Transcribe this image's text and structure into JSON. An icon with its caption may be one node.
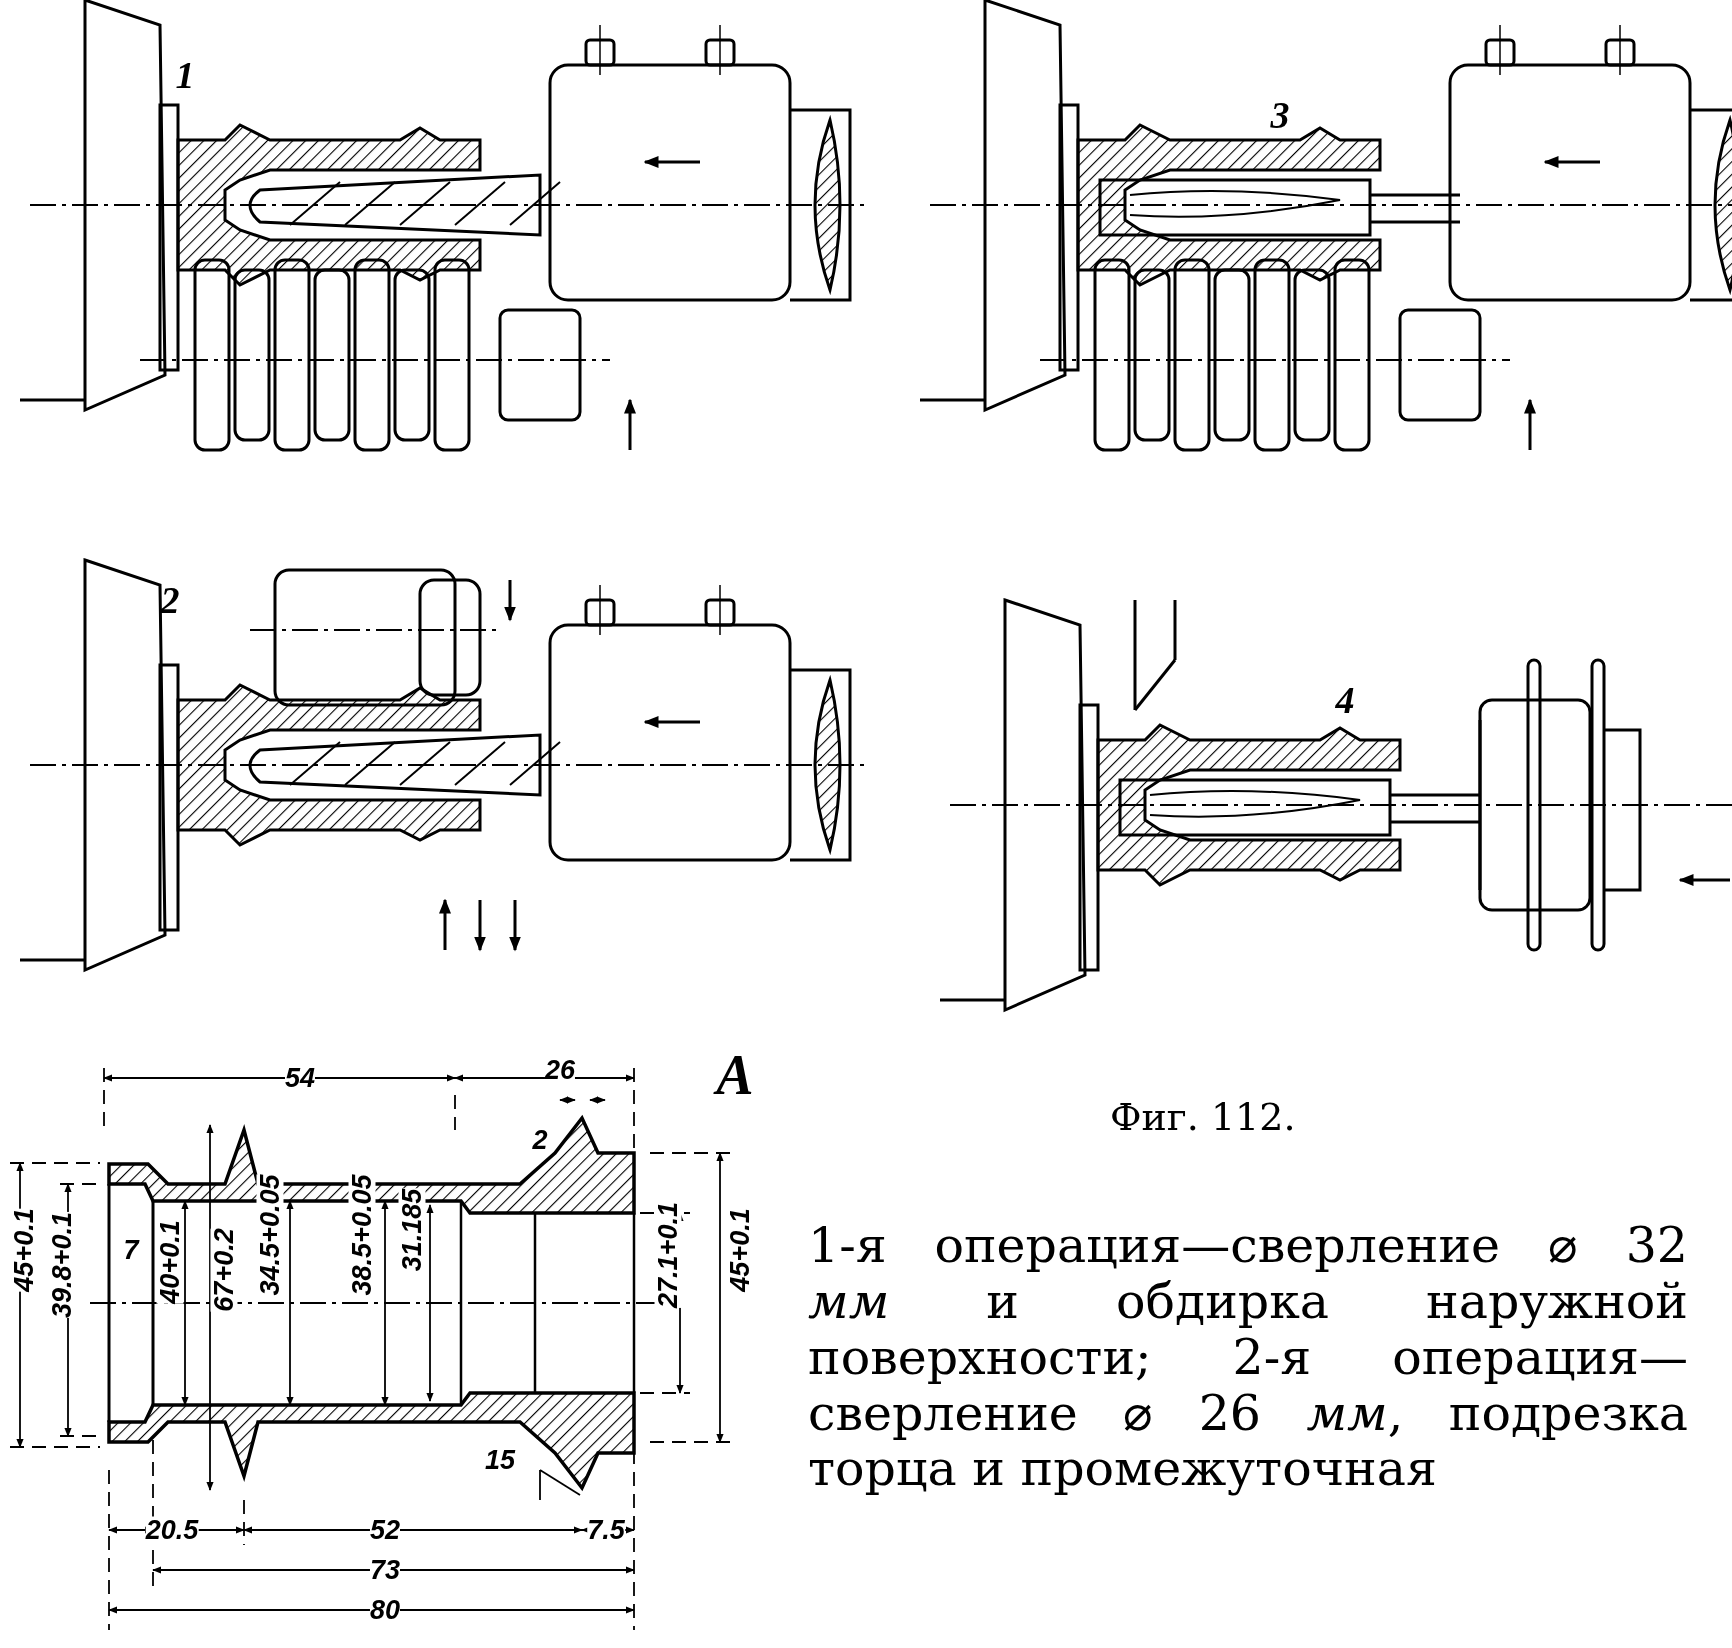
{
  "diagram": {
    "caption": "Фиг. 112.",
    "labels": [
      "1",
      "3",
      "2",
      "4",
      "54",
      "26",
      "A",
      "2",
      "7",
      "45+0.1",
      "39.8+0.1",
      "40+0.1",
      "67+0.2",
      "34.5+0.05",
      "38.5+0.05",
      "31.185",
      "27.1+0.1",
      "45+0.1",
      "15",
      "20.5",
      "52",
      "7.5",
      "73",
      "80",
      "1-я операция—сверление ⌀ 32 *мм* и обдирка наружной поверхности; 2-я операция—сверление ⌀ 26 *мм*, подрезка торца и промежуточная"
    ]
  }
}
